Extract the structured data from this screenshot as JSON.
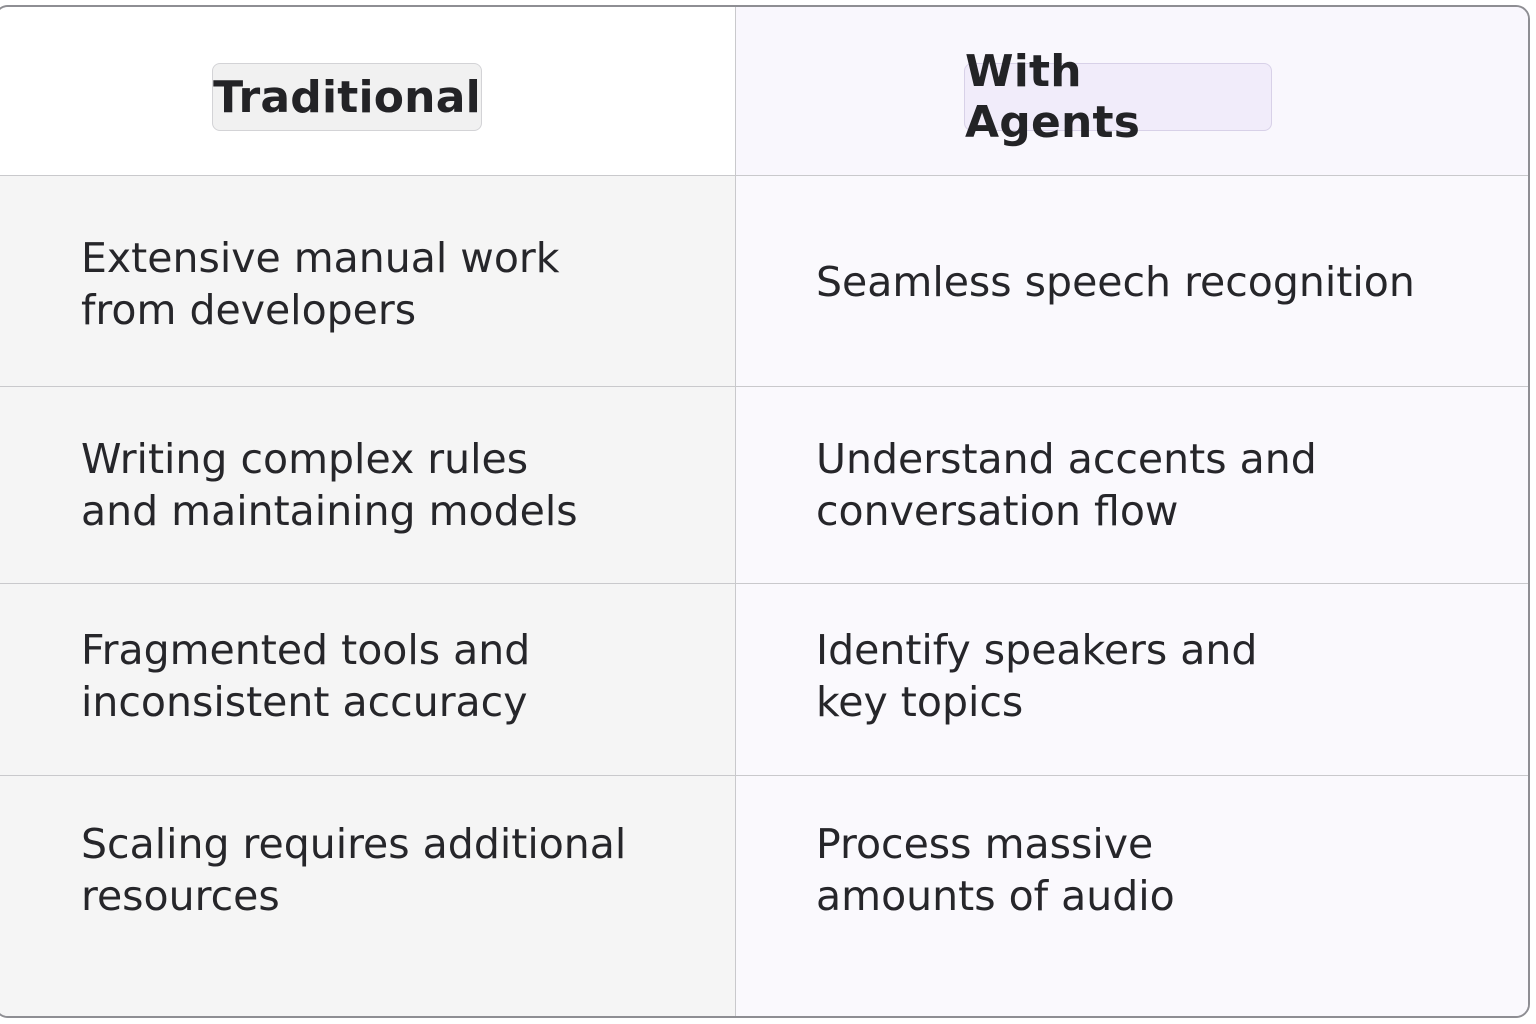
{
  "headers": {
    "traditional": "Traditional",
    "with_agents": "With Agents"
  },
  "rows": [
    {
      "traditional": [
        "Extensive manual work",
        "from developers"
      ],
      "with_agents": [
        "Seamless speech recognition"
      ]
    },
    {
      "traditional": [
        "Writing complex rules",
        "and maintaining models"
      ],
      "with_agents": [
        "Understand accents and",
        "conversation flow"
      ]
    },
    {
      "traditional": [
        "Fragmented tools and",
        "inconsistent accuracy"
      ],
      "with_agents": [
        "Identify speakers and",
        "key topics"
      ]
    },
    {
      "traditional": [
        "Scaling requires additional",
        "resources"
      ],
      "with_agents": [
        "Process massive",
        "amounts of audio"
      ]
    }
  ],
  "colors": {
    "traditional_column_bg": "#f5f5f5",
    "agents_column_bg": "#faf9fd",
    "agents_badge_bg": "#f1ecfa",
    "traditional_badge_bg": "#f1f1f1",
    "text": "#26262a",
    "grid_lines": "#c9c9cc"
  }
}
